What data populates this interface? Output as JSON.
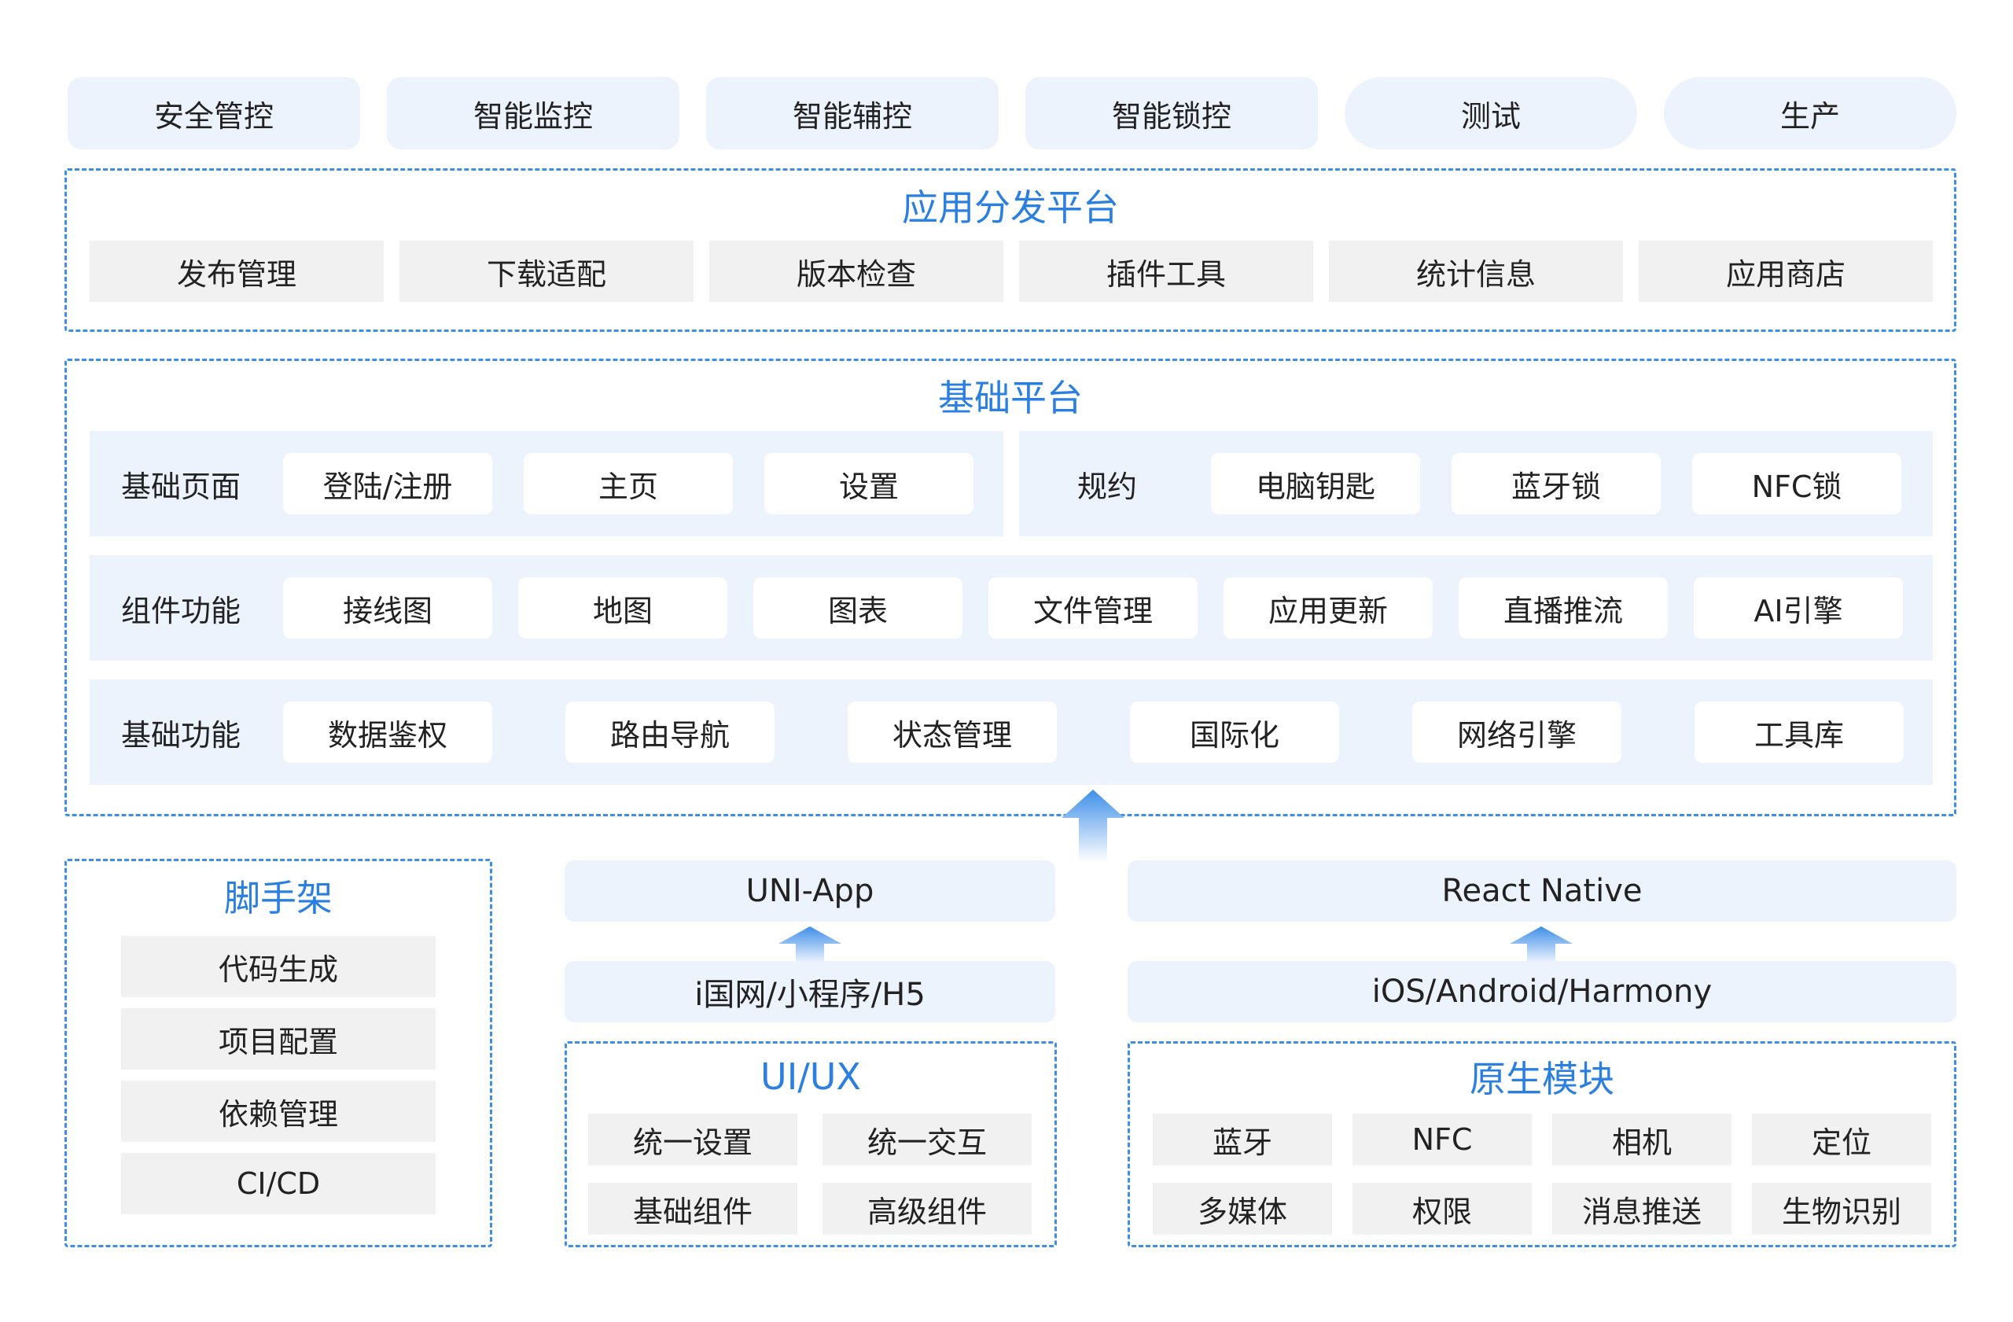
{
  "top_row": [
    "安全管控",
    "智能监控",
    "智能辅控",
    "智能锁控",
    "测试",
    "生产"
  ],
  "distribution": {
    "title": "应用分发平台",
    "items": [
      "发布管理",
      "下载适配",
      "版本检查",
      "插件工具",
      "统计信息",
      "应用商店"
    ]
  },
  "base": {
    "title": "基础平台",
    "pages_label": "基础页面",
    "pages": [
      "登陆/注册",
      "主页",
      "设置"
    ],
    "spec_label": "规约",
    "specs": [
      "电脑钥匙",
      "蓝牙锁",
      "NFC锁"
    ],
    "components_label": "组件功能",
    "components": [
      "接线图",
      "地图",
      "图表",
      "文件管理",
      "应用更新",
      "直播推流",
      "AI引擎"
    ],
    "functions_label": "基础功能",
    "functions": [
      "数据鉴权",
      "路由导航",
      "状态管理",
      "国际化",
      "网络引擎",
      "工具库"
    ]
  },
  "scaffold": {
    "title": "脚手架",
    "items": [
      "代码生成",
      "项目配置",
      "依赖管理",
      "CI/CD"
    ]
  },
  "uni_app": {
    "label": "UNI-App",
    "platform": "i国网/小程序/H5"
  },
  "react_native": {
    "label": "React Native",
    "platform": "iOS/Android/Harmony"
  },
  "uiux": {
    "title": "UI/UX",
    "items": [
      "统一设置",
      "统一交互",
      "基础组件",
      "高级组件"
    ]
  },
  "native": {
    "title": "原生模块",
    "items": [
      "蓝牙",
      "NFC",
      "相机",
      "定位",
      "多媒体",
      "权限",
      "消息推送",
      "生物识别"
    ]
  },
  "colors": {
    "accent": "#2b7fe0",
    "dashed_border": "#3e8ee8",
    "light_blue_fill": "#edf3fc",
    "gray_fill": "#f1f1f1"
  },
  "icons": [
    "up-arrow-icon"
  ]
}
